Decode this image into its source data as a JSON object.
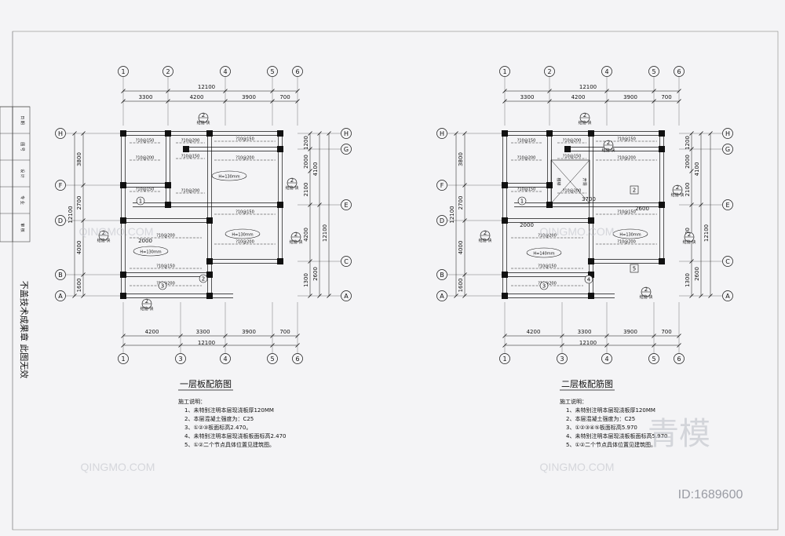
{
  "title_block": {
    "rows": [
      "日 期",
      "图 号",
      "设 计",
      "专 业",
      "审 核"
    ],
    "stamp": "不盖技术成果章  此图无效"
  },
  "plans": [
    {
      "title": "一层板配筋图",
      "top_axes": [
        "1",
        "2",
        "4",
        "5",
        "6"
      ],
      "bottom_axes": [
        "1",
        "3",
        "4",
        "5",
        "6"
      ],
      "left_axes": [
        "H",
        "F",
        "D",
        "B",
        "A"
      ],
      "right_axes": [
        "H",
        "G",
        "E",
        "C",
        "A"
      ],
      "top_total": "12100",
      "top_dims": [
        "3300",
        "4200",
        "3900",
        "700"
      ],
      "bottom_dims": [
        "4200",
        "3300",
        "3900",
        "700"
      ],
      "bottom_total": "12100",
      "left_dims": [
        "3800",
        "2700",
        "4000",
        "1600"
      ],
      "left_total": "12100",
      "right_dims_inner": [
        "1200",
        "2000",
        "2100",
        "4200",
        "1300"
      ],
      "right_dims_outer": [
        "4100",
        "2600"
      ],
      "right_total": "12100",
      "slab_labels": [
        "H=130mm",
        "H=130mm",
        "H=130mm"
      ],
      "room_numbers": [
        "1",
        "2",
        "3"
      ],
      "extra_dims": [
        "2000"
      ],
      "rebar": [
        "?10@150",
        "?10@200"
      ],
      "notes_heading": "施工说明：",
      "notes": [
        "1、未特别注明本层现浇板厚120MM",
        "2、本层混凝土强度为：C25",
        "3、①②③板面标高2.470。",
        "4、未特别注明本层现浇板板面标高2.470",
        "5、①②二个节点具体位置见建筑图。"
      ]
    },
    {
      "title": "二层板配筋图",
      "top_axes": [
        "1",
        "2",
        "4",
        "5",
        "6"
      ],
      "bottom_axes": [
        "1",
        "3",
        "4",
        "5",
        "6"
      ],
      "left_axes": [
        "H",
        "F",
        "D",
        "B",
        "A"
      ],
      "right_axes": [
        "H",
        "G",
        "E",
        "C",
        "A"
      ],
      "top_total": "12100",
      "top_dims": [
        "3300",
        "4200",
        "3900",
        "700"
      ],
      "bottom_dims": [
        "4200",
        "3300",
        "3900",
        "700"
      ],
      "bottom_total": "12100",
      "left_dims": [
        "3800",
        "2700",
        "4000",
        "1600"
      ],
      "left_total": "12100",
      "right_dims_inner": [
        "1200",
        "2000",
        "2100",
        "4200",
        "1300"
      ],
      "right_dims_outer": [
        "4100",
        "2600"
      ],
      "right_total": "12100",
      "slab_labels": [
        "H=130mm",
        "H=140mm"
      ],
      "room_numbers": [
        "1",
        "2",
        "3",
        "4",
        "5"
      ],
      "extra_dims": [
        "2000",
        "2600",
        "3700"
      ],
      "stair_labels": [
        "楼梯",
        "开洞"
      ],
      "rebar": [
        "?10@150",
        "?10@200"
      ],
      "notes_heading": "施工说明：",
      "notes": [
        "1、未特别注明本层现浇板厚120MM",
        "2、本层混凝土强度为：C25",
        "3、①②③④⑤板面标高5.970",
        "4、未特别注明本层现浇板板面标高5.970",
        "5、①②二个节点具体位置见建筑图。"
      ]
    }
  ],
  "detail_tag": {
    "num": "2",
    "sub": "结施-快"
  },
  "watermark": {
    "cn": "青模",
    "id": "ID:1689600",
    "en": "QINGMO.COM"
  }
}
